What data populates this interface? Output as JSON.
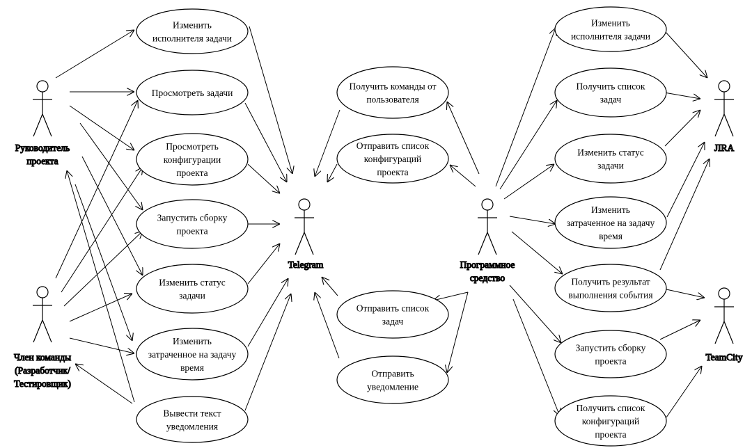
{
  "actors": [
    {
      "id": "lead",
      "lines": [
        "Руководитель",
        "проекта"
      ]
    },
    {
      "id": "member",
      "lines": [
        "Член команды",
        "(Разработчик/",
        "Тестировщик)"
      ]
    },
    {
      "id": "telegram",
      "lines": [
        "Telegram"
      ]
    },
    {
      "id": "tool",
      "lines": [
        "Программное",
        "средство"
      ]
    },
    {
      "id": "jira",
      "lines": [
        "JIRA"
      ]
    },
    {
      "id": "teamcity",
      "lines": [
        "TeamCity"
      ]
    }
  ],
  "use_cases": [
    {
      "id": "l1",
      "lines": [
        "Изменить",
        "исполнителя задачи"
      ]
    },
    {
      "id": "l2",
      "lines": [
        "Просмотреть задачи"
      ]
    },
    {
      "id": "l3",
      "lines": [
        "Просмотреть",
        "конфигурации",
        "проекта"
      ]
    },
    {
      "id": "l4",
      "lines": [
        "Запустить сборку",
        "проекта"
      ]
    },
    {
      "id": "l5",
      "lines": [
        "Изменить статус",
        "задачи"
      ]
    },
    {
      "id": "l6",
      "lines": [
        "Изменить",
        "затраченное на задачу",
        "время"
      ]
    },
    {
      "id": "l7",
      "lines": [
        "Вывести текст",
        "уведомления"
      ]
    },
    {
      "id": "m1",
      "lines": [
        "Получить команды от",
        "пользователя"
      ]
    },
    {
      "id": "m2",
      "lines": [
        "Отправить список",
        "конфигураций",
        "проекта"
      ]
    },
    {
      "id": "m3",
      "lines": [
        "Отправить список",
        "задач"
      ]
    },
    {
      "id": "m4",
      "lines": [
        "Отправить",
        "уведомление"
      ]
    },
    {
      "id": "r1",
      "lines": [
        "Изменить",
        "исполнителя задачи"
      ]
    },
    {
      "id": "r2",
      "lines": [
        "Получить список",
        "задач"
      ]
    },
    {
      "id": "r3",
      "lines": [
        "Изменить статус",
        "задачи"
      ]
    },
    {
      "id": "r4",
      "lines": [
        "Изменить",
        "затраченное на задачу",
        "время"
      ]
    },
    {
      "id": "r5",
      "lines": [
        "Получить результат",
        "выполнения события"
      ]
    },
    {
      "id": "r6",
      "lines": [
        "Запустить сборку",
        "проекта"
      ]
    },
    {
      "id": "r7",
      "lines": [
        "Получить список",
        "конфигураций",
        "проекта"
      ]
    }
  ]
}
